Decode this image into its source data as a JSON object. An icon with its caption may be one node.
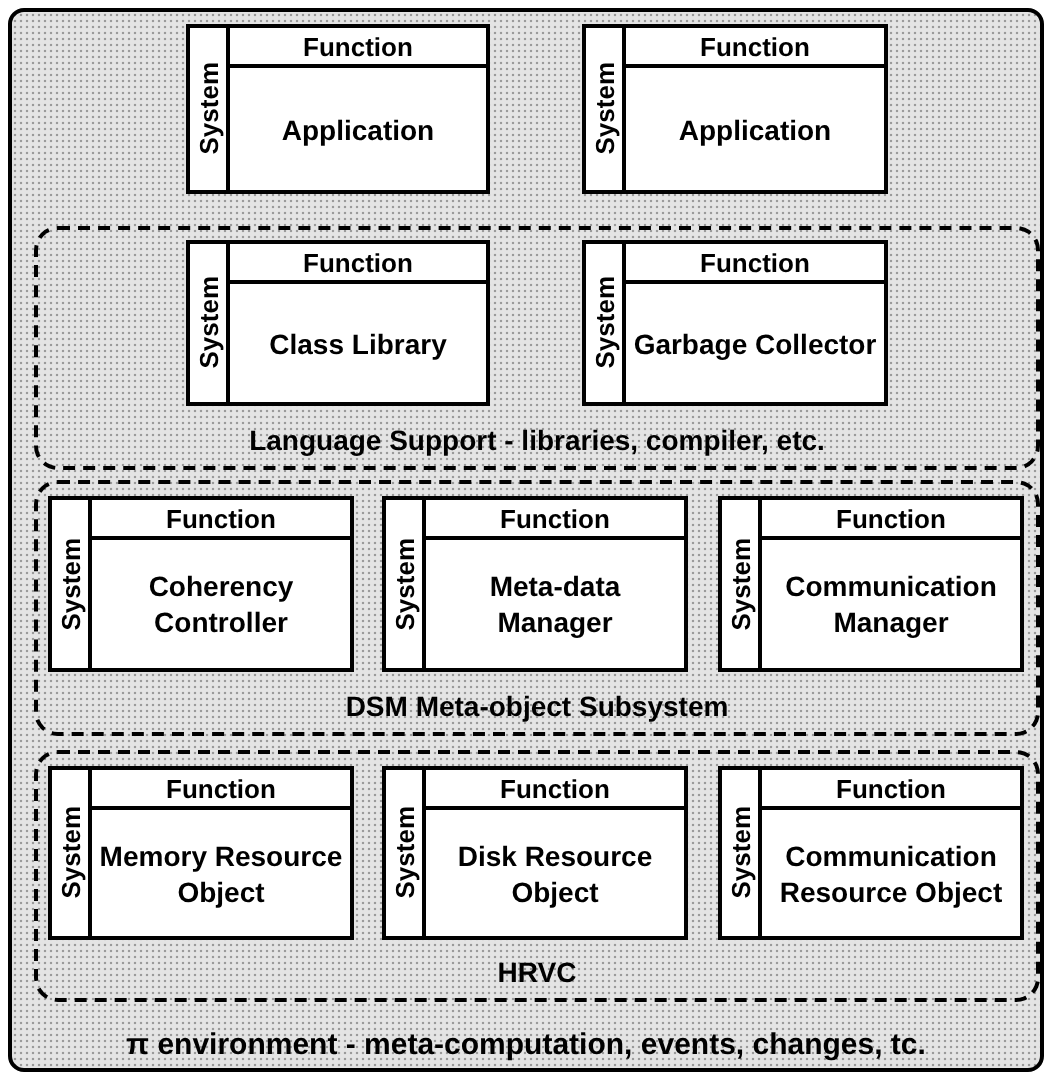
{
  "diagram": {
    "nodes": [
      {
        "text": [
          "π environment - meta-computation, events, changes, tc."
        ]
      },
      {
        "text": [
          "System",
          "Function",
          "Application"
        ],
        "in": 0
      },
      {
        "text": [
          "System",
          "Function",
          "Application"
        ],
        "in": 0
      },
      {
        "text": [
          "Language Support - libraries, compiler, etc."
        ],
        "in": 0
      },
      {
        "text": [
          "System",
          "Function",
          "Class Library"
        ],
        "in": 3
      },
      {
        "text": [
          "System",
          "Function",
          "Garbage Collector"
        ],
        "in": 3
      },
      {
        "text": [
          "DSM Meta-object Subsystem"
        ],
        "in": 0
      },
      {
        "text": [
          "System",
          "Function",
          "Coherency Controller"
        ],
        "in": 6
      },
      {
        "text": [
          "System",
          "Function",
          "Meta-data Manager"
        ],
        "in": 6
      },
      {
        "text": [
          "System",
          "Function",
          "Communication Manager"
        ],
        "in": 6
      },
      {
        "text": [
          "HRVC"
        ],
        "in": 0
      },
      {
        "text": [
          "System",
          "Function",
          "Memory Resource Object"
        ],
        "in": 10
      },
      {
        "text": [
          "System",
          "Function",
          "Disk Resource Object"
        ],
        "in": 10
      },
      {
        "text": [
          "System",
          "Function",
          "Communication Resource Object"
        ],
        "in": 10
      }
    ]
  }
}
